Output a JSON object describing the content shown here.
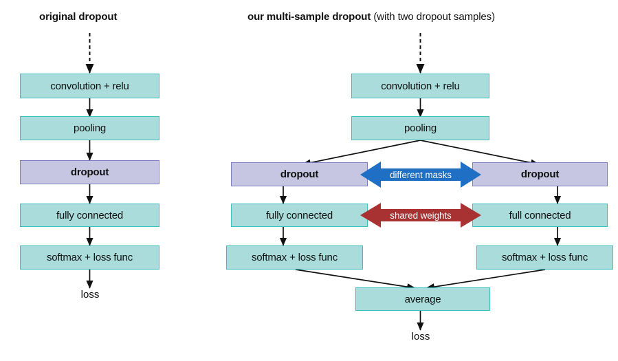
{
  "figure": {
    "background": "#ffffff",
    "colors": {
      "teal_fill": "#a9dcdb",
      "teal_border": "#3fbfbb",
      "purple_fill": "#c6c6e2",
      "purple_border": "#7d7dc2",
      "blue_arrow": "#1f6fc4",
      "red_arrow": "#a83232",
      "line": "#111111",
      "text": "#101010"
    }
  },
  "left_panel": {
    "title": "original dropout",
    "nodes": [
      {
        "id": "conv",
        "label": "convolution + relu",
        "style": "teal"
      },
      {
        "id": "pool",
        "label": "pooling",
        "style": "teal"
      },
      {
        "id": "dropout",
        "label": "dropout",
        "style": "purple"
      },
      {
        "id": "fc",
        "label": "fully connected",
        "style": "teal"
      },
      {
        "id": "softmax",
        "label": "softmax + loss func",
        "style": "teal"
      }
    ],
    "output_label": "loss"
  },
  "right_panel": {
    "title_bold": "our multi-sample dropout",
    "title_rest": " (with two dropout samples)",
    "shared_nodes": [
      {
        "id": "conv",
        "label": "convolution + relu",
        "style": "teal"
      },
      {
        "id": "pool",
        "label": "pooling",
        "style": "teal"
      }
    ],
    "branch_left": [
      {
        "id": "dropout-left",
        "label": "dropout",
        "style": "purple"
      },
      {
        "id": "fc-left",
        "label": "fully connected",
        "style": "teal"
      },
      {
        "id": "softmax-left",
        "label": "softmax + loss func",
        "style": "teal"
      }
    ],
    "branch_right": [
      {
        "id": "dropout-right",
        "label": "dropout",
        "style": "purple"
      },
      {
        "id": "fc-right",
        "label": "full connected",
        "style": "teal"
      },
      {
        "id": "softmax-right",
        "label": "softmax + loss func",
        "style": "teal"
      }
    ],
    "merge_node": {
      "id": "average",
      "label": "average",
      "style": "teal"
    },
    "output_label": "loss",
    "annotations": [
      {
        "id": "different-masks",
        "label": "different masks",
        "color": "#1f6fc4"
      },
      {
        "id": "shared-weights",
        "label": "shared weights",
        "color": "#a83232"
      }
    ]
  }
}
